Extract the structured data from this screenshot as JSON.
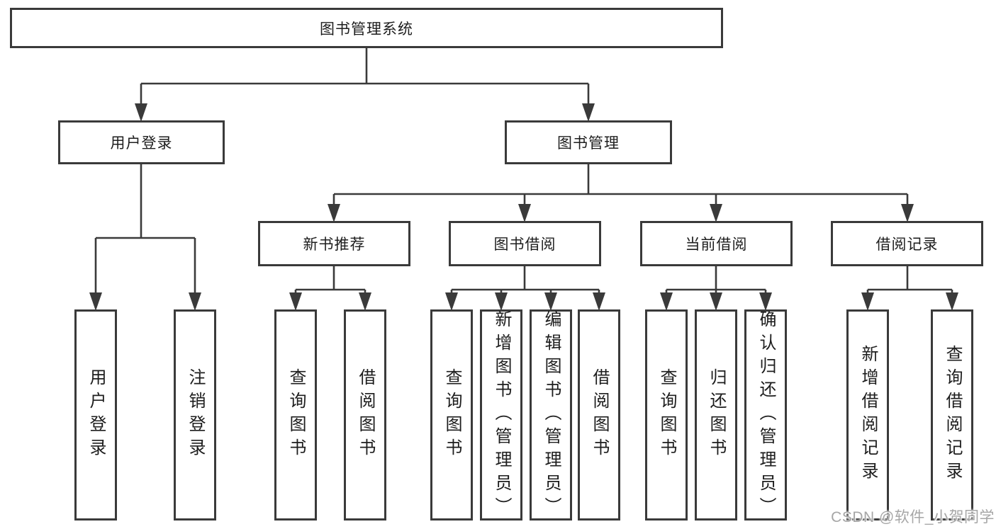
{
  "diagram": {
    "root": {
      "label": "图书管理系统"
    },
    "branches": [
      {
        "label": "用户登录",
        "children": [
          {
            "label": "用户登录"
          },
          {
            "label": "注销登录"
          }
        ]
      },
      {
        "label": "图书管理",
        "children": [
          {
            "label": "新书推荐",
            "children": [
              {
                "label": "查询图书"
              },
              {
                "label": "借阅图书"
              }
            ]
          },
          {
            "label": "图书借阅",
            "children": [
              {
                "label": "查询图书"
              },
              {
                "label": "新增图书（管理员）"
              },
              {
                "label": "编辑图书（管理员）"
              },
              {
                "label": "借阅图书"
              }
            ]
          },
          {
            "label": "当前借阅",
            "children": [
              {
                "label": "查询图书"
              },
              {
                "label": "归还图书"
              },
              {
                "label": "确认归还（管理员）"
              }
            ]
          },
          {
            "label": "借阅记录",
            "children": [
              {
                "label": "新增借阅记录"
              },
              {
                "label": "查询借阅记录"
              }
            ]
          }
        ]
      }
    ]
  },
  "watermark": {
    "text": "CSDN @软件_小贺同学"
  },
  "colors": {
    "line": "#3a3a3a",
    "box_border": "#3a3a3a",
    "text": "#1d1d1d",
    "watermark_gray": "#a6a6a6",
    "background": "#ffffff"
  }
}
